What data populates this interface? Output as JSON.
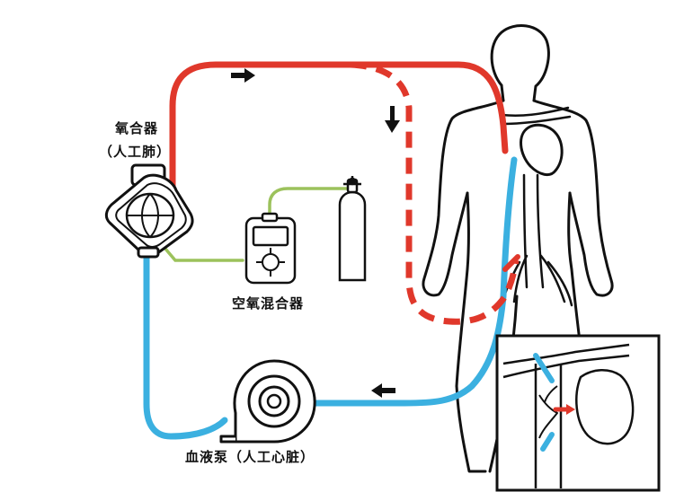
{
  "labels": {
    "oxygenator": "氧合器",
    "artificial_lung": "（人工肺）",
    "air_oxygen_blender": "空氧混合器",
    "blood_pump": "血液泵（人工心脏）"
  },
  "colors": {
    "arterial": "#e0382b",
    "venous": "#3bb0e0",
    "gas_line": "#9cc25c",
    "outline": "#111111",
    "arrow": "#111111"
  },
  "icons": {
    "oxygenator": "oxygenator-icon",
    "blender": "gas-blender-icon",
    "cylinder": "oxygen-cylinder-icon",
    "pump": "centrifugal-pump-icon",
    "body": "human-body-outline",
    "inset": "cannulation-detail-inset"
  }
}
